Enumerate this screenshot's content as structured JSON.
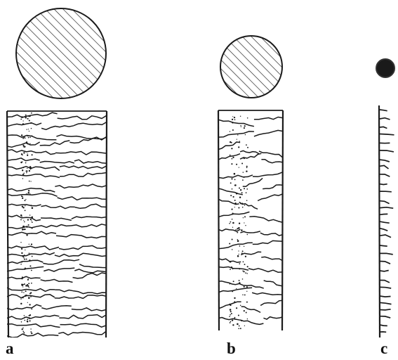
{
  "figure": {
    "panels": [
      {
        "id": "a",
        "label": "a",
        "cross_section": "hatched-circle-large",
        "shaft": "wide-fibre-with-irregular-cracks"
      },
      {
        "id": "b",
        "label": "b",
        "cross_section": "hatched-circle-medium",
        "shaft": "medium-fibre-with-diagonal-cracks"
      },
      {
        "id": "c",
        "label": "c",
        "cross_section": "solid-dot-small",
        "shaft": "narrow-fibre-with-short-cracks"
      }
    ],
    "colors": {
      "ink": "#1a1a1a",
      "paper": "#ffffff"
    }
  }
}
